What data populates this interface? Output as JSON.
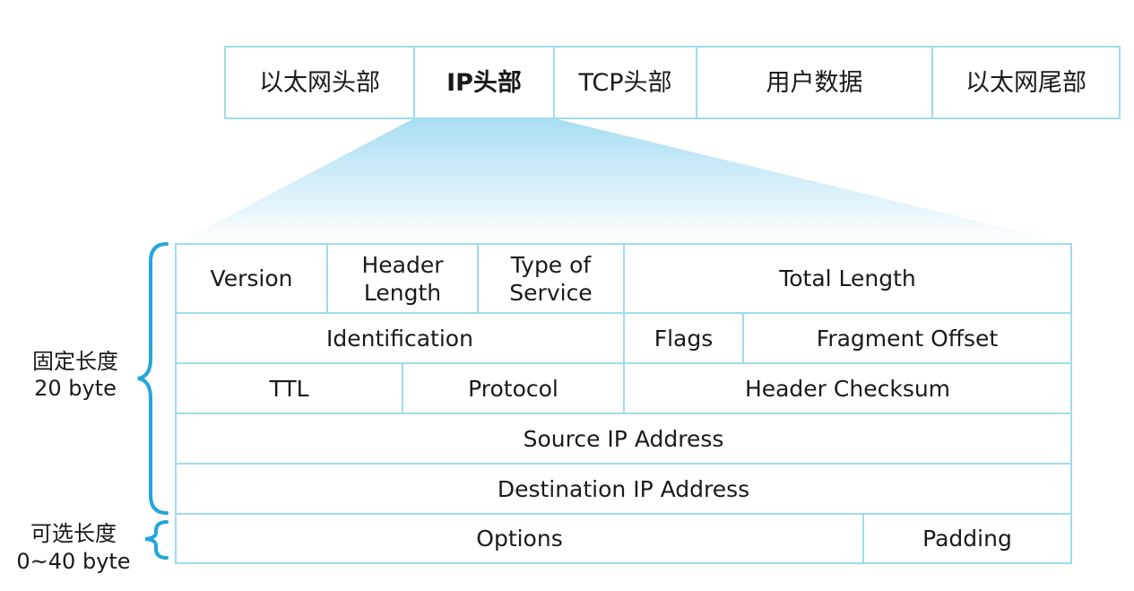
{
  "frame": {
    "segments": [
      "以太网头部",
      "IP头部",
      "TCP头部",
      "用户数据",
      "以太网尾部"
    ],
    "highlighted_index": 1
  },
  "header": {
    "row1": {
      "version": "Version",
      "header_length": [
        "Header",
        "Length"
      ],
      "type_of_service": [
        "Type of",
        "Service"
      ],
      "total_length": "Total Length"
    },
    "row2": {
      "identification": "Identification",
      "flags": "Flags",
      "fragment_offset": "Fragment Offset"
    },
    "row3": {
      "ttl": "TTL",
      "protocol": "Protocol",
      "header_checksum": "Header Checksum"
    },
    "row4": {
      "source_ip": "Source IP Address"
    },
    "row5": {
      "destination_ip": "Destination IP Address"
    },
    "row6": {
      "options": "Options",
      "padding": "Padding"
    }
  },
  "braces": {
    "fixed": [
      "固定长度",
      "20 byte"
    ],
    "optional": [
      "可选长度",
      "0~40 byte"
    ]
  },
  "colors": {
    "border": "#9fdcec",
    "brace": "#24a6d8",
    "fan_top": "#a8ddf3",
    "fan_bottom": "#ffffff"
  }
}
